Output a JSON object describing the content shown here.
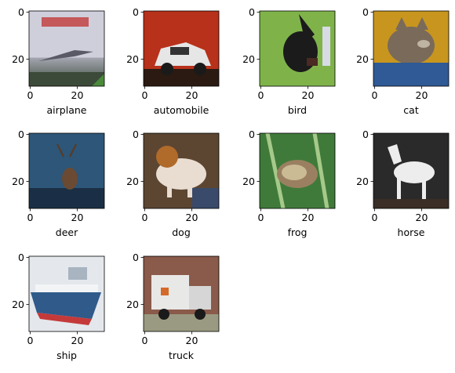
{
  "chart_data": {
    "type": "image_grid",
    "ticks": {
      "x": [
        "0",
        "20"
      ],
      "y": [
        "0",
        "20"
      ]
    },
    "x_range": [
      0,
      31
    ],
    "y_range": [
      0,
      31
    ],
    "panels": [
      {
        "label": "airplane",
        "icon": "airplane-thumbnail",
        "colors": {
          "top": "#cfcfdc",
          "mid": "#b7b7c6",
          "bottom": "#3c4a3a",
          "accent": "#c23a3a"
        }
      },
      {
        "label": "automobile",
        "icon": "automobile-thumbnail",
        "colors": {
          "top": "#b8311a",
          "mid": "#e6e6e6",
          "bottom": "#2a1a12",
          "accent": "#ffffff"
        }
      },
      {
        "label": "bird",
        "icon": "bird-thumbnail",
        "colors": {
          "top": "#7fb34a",
          "mid": "#1b1b1b",
          "bottom": "#6aa445",
          "accent": "#4a2a22"
        }
      },
      {
        "label": "cat",
        "icon": "cat-thumbnail",
        "colors": {
          "top": "#c8961e",
          "mid": "#7a6a5a",
          "bottom": "#2f5a95",
          "accent": "#bfb3a1"
        }
      },
      {
        "label": "deer",
        "icon": "deer-thumbnail",
        "colors": {
          "top": "#1f3c5a",
          "mid": "#2d5678",
          "bottom": "#1a2f45",
          "accent": "#6a4a32"
        }
      },
      {
        "label": "dog",
        "icon": "dog-thumbnail",
        "colors": {
          "top": "#5c4632",
          "mid": "#e8ddd0",
          "bottom": "#3a4a6a",
          "accent": "#b06a2a"
        }
      },
      {
        "label": "frog",
        "icon": "frog-thumbnail",
        "colors": {
          "top": "#3f7a3a",
          "mid": "#9a8060",
          "bottom": "#356f35",
          "accent": "#cbbb95"
        }
      },
      {
        "label": "horse",
        "icon": "horse-thumbnail",
        "colors": {
          "top": "#2a2a2a",
          "mid": "#ededed",
          "bottom": "#3a2e26",
          "accent": "#8a8a8a"
        }
      },
      {
        "label": "ship",
        "icon": "ship-thumbnail",
        "colors": {
          "top": "#e4e8ec",
          "mid": "#2f5a8a",
          "bottom": "#c43a3a",
          "accent": "#a8b4c0"
        }
      },
      {
        "label": "truck",
        "icon": "truck-thumbnail",
        "colors": {
          "top": "#8a5a4a",
          "mid": "#e8e8e6",
          "bottom": "#6a6a6a",
          "accent": "#d46a2a"
        }
      }
    ]
  }
}
